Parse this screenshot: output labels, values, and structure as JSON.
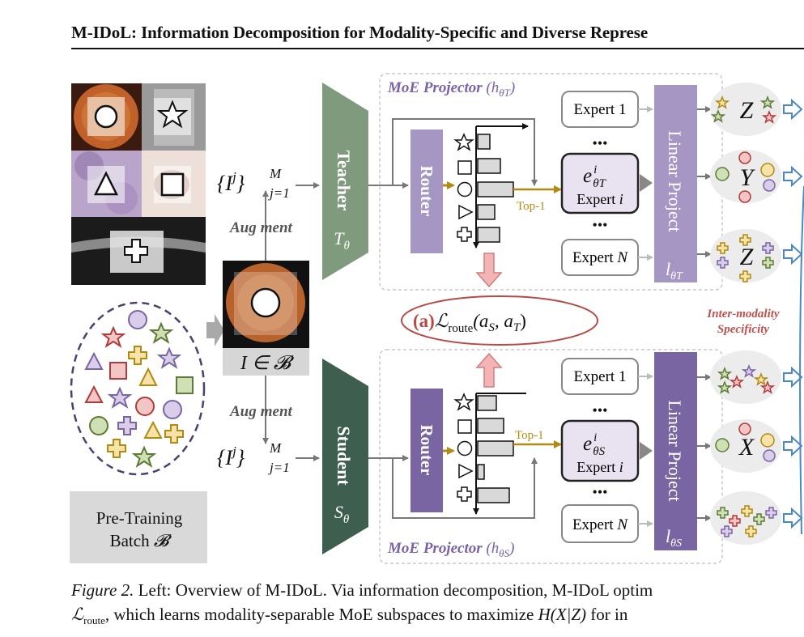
{
  "header": {
    "title": "M-IDoL: Information Decomposition for Modality-Specific and Diverse Represe"
  },
  "figure": {
    "colors": {
      "teacher": "#7f9a7c",
      "student": "#3e5e50",
      "router_teacher": "#a696c4",
      "router_student": "#7a65a3",
      "linear_teacher": "#a696c4",
      "linear_student": "#7a65a3",
      "gold": "#b08a12",
      "route_red": "#b84a45",
      "arrow_pink": "#f2b4b4",
      "moe_label": "#7a63a6"
    },
    "pretraining_batch": {
      "line1": "Pre-Training",
      "line2": "Batch",
      "symbol": "𝓑"
    },
    "input_caption": "I ∈ 𝓑",
    "augment_top": "Aug",
    "augment_top_rest": "ment",
    "augment_bottom": "Aug",
    "augment_bottom_rest": "ment",
    "views_top": "{I",
    "views_sup": "j",
    "views_close": "}",
    "views_limit_sup": "M",
    "views_limit_sub": "j=1",
    "teacher": {
      "label": "Teacher",
      "symbol": "T",
      "sub": "θ"
    },
    "student": {
      "label": "Student",
      "symbol": "S",
      "sub": "θ"
    },
    "moe_top": {
      "label": "MoE Projector",
      "sym": "(h",
      "sub": "θT",
      "close": ")"
    },
    "moe_bottom": {
      "label": "MoE Projector",
      "sym": "(h",
      "sub": "θS",
      "close": ")"
    },
    "router_label": "Router",
    "top1": "Top-1",
    "expert_1": "Expert 1",
    "expert_i": "Expert",
    "expert_i_idx": "i",
    "expert_n": "Expert",
    "expert_n_idx": "N",
    "expert_sel_top": "e",
    "expert_sel_top_sup": "i",
    "expert_sel_top_sub": "θT",
    "expert_sel_bottom": "e",
    "expert_sel_bottom_sup": "i",
    "expert_sel_bottom_sub": "θS",
    "dots": "•••",
    "linear_project": "Linear Project",
    "linear_sym_top": "l",
    "linear_sub_top": "θT",
    "linear_sym_bottom": "l",
    "linear_sub_bottom": "θS",
    "route_loss": {
      "tag": "(a)",
      "L": "ℒ",
      "sub": "route",
      "args": "(a",
      "argS": "S",
      "mid": ", a",
      "argT": "T",
      "end": ")"
    },
    "inter_modality_1": "Inter-modality",
    "inter_modality_2": "Specificity",
    "latents": [
      "Z",
      "Y",
      "Z",
      "X"
    ]
  },
  "caption": {
    "label": "Figure 2.",
    "line1": " Left: Overview of M-IDoL. Via information decomposition, M-IDoL optim",
    "line2_L": "ℒ",
    "line2_sub": "route",
    "line2_rest": ", which learns modality-separable MoE subspaces to maximize ",
    "line2_math": "H(X|Z)",
    "line2_end": " for in"
  }
}
